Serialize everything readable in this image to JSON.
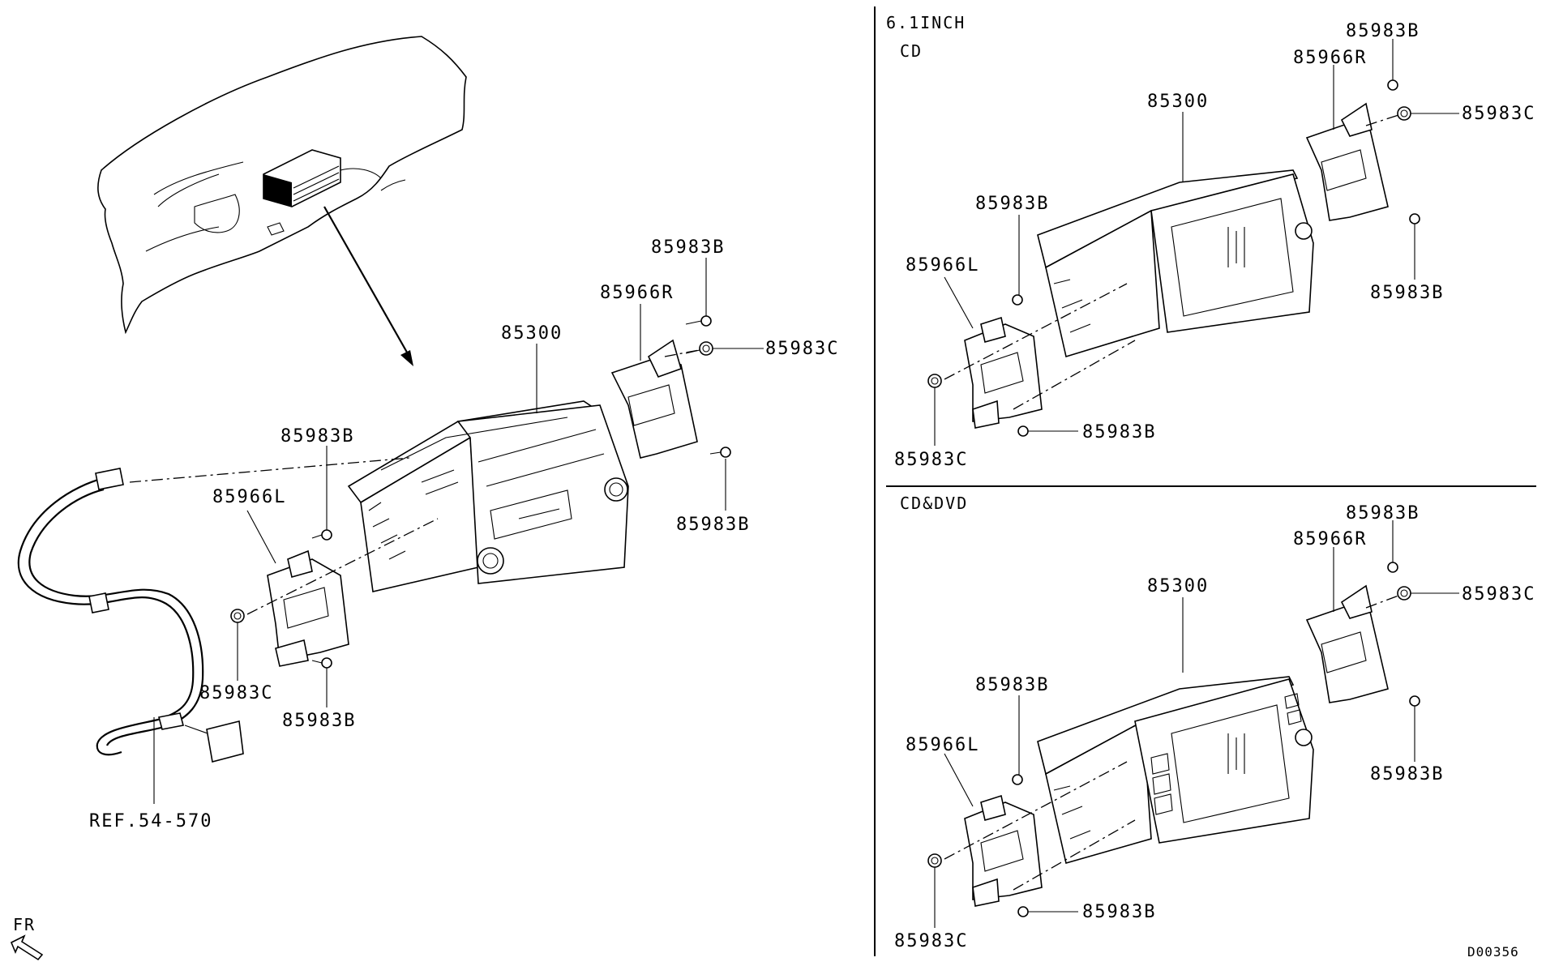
{
  "diagram": {
    "sections": {
      "inch": "6.1INCH",
      "cd": "CD",
      "cddvd": "CD&DVD"
    },
    "main": {
      "unit": "85300",
      "bracket_l": "85966L",
      "bracket_r": "85966R",
      "screw_b_top": "85983B",
      "screw_c_right": "85983C",
      "screw_b_right": "85983B",
      "screw_b_left_top": "85983B",
      "screw_c_left": "85983C",
      "screw_b_left_bot": "85983B",
      "ref": "REF.54-570"
    },
    "cd": {
      "unit": "85300",
      "bracket_l": "85966L",
      "bracket_r": "85966R",
      "screw_b_top": "85983B",
      "screw_c_right": "85983C",
      "screw_b_right": "85983B",
      "screw_b_left_top": "85983B",
      "screw_c_left": "85983C",
      "screw_b_left_bot": "85983B"
    },
    "dvd": {
      "unit": "85300",
      "bracket_l": "85966L",
      "bracket_r": "85966R",
      "screw_b_top": "85983B",
      "screw_c_right": "85983C",
      "screw_b_right": "85983B",
      "screw_b_left_top": "85983B",
      "screw_c_left": "85983C",
      "screw_b_left_bot": "85983B"
    },
    "front_marker": "FR",
    "drawing_code": "D00356"
  }
}
